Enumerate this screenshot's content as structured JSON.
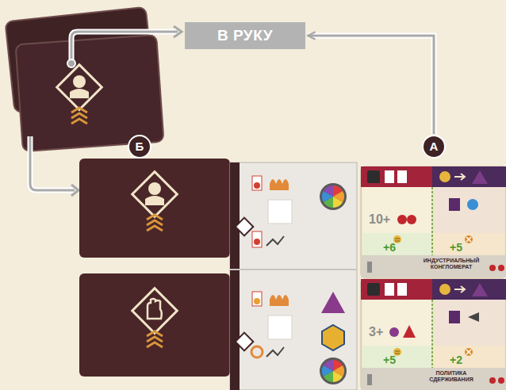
{
  "diagram": {
    "nodes": [
      {
        "text": [
          "В РУКУ"
        ]
      },
      {
        "text": [
          "Б"
        ]
      },
      {
        "text": [
          "А"
        ]
      },
      {
        "text": [
          "10+",
          "+6",
          "+5",
          "ИНДУСТРИАЛЬНЫЙ КОНГЛОМЕРАТ"
        ]
      },
      {
        "text": [
          "3+",
          "+5",
          "+2",
          "ПОЛИТИКА СДЕРЖИВАНИЯ"
        ]
      }
    ],
    "edges": [
      {
        "from": 2,
        "to": 0,
        "arrow": "to"
      }
    ]
  }
}
